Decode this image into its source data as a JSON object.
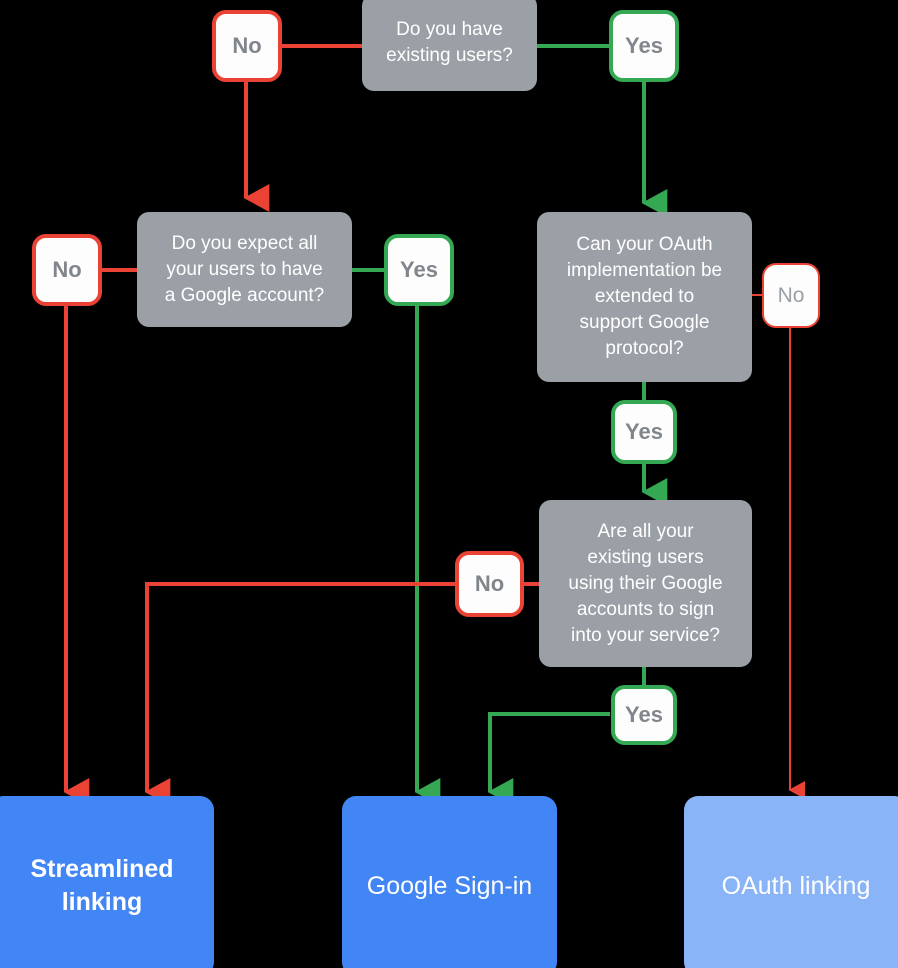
{
  "diagram": {
    "title": "Account linking decision flowchart",
    "background": "#000000",
    "colors": {
      "yes_edge": "#34a853",
      "no_edge": "#ea4335",
      "decision_box": "#9aa0a6",
      "terminal_primary": "#4285f4",
      "terminal_secondary": "#8ab4f8",
      "badge_fill": "#fdfdfd",
      "badge_text": "#80868b",
      "decision_text": "#ffffff"
    }
  },
  "decisions": [
    {
      "id": "existing-users",
      "line1": "Do you have",
      "line2": "existing users?"
    },
    {
      "id": "google-account",
      "line1": "Do you expect all",
      "line2": "your users to have",
      "line3": "a Google account?"
    },
    {
      "id": "oauth-extend",
      "line1": "Can your OAuth",
      "line2": "implementation be",
      "line3": "extended to",
      "line4": "support Google",
      "line5": "protocol?"
    },
    {
      "id": "users-google-signin",
      "line1": "Are all your",
      "line2": "existing users",
      "line3": "using their Google",
      "line4": "accounts to sign",
      "line5": "into your service?"
    }
  ],
  "badges": {
    "no_existing_users": "No",
    "yes_existing_users": "Yes",
    "no_google_account": "No",
    "yes_google_account": "Yes",
    "no_oauth_extend": "No",
    "yes_oauth_extend": "Yes",
    "no_users_google_signin": "No",
    "yes_users_google_signin": "Yes"
  },
  "terminals": [
    {
      "id": "streamlined-linking",
      "line1": "Streamlined",
      "line2": "linking"
    },
    {
      "id": "google-signin",
      "line1": "Google",
      "line2": "Sign-in"
    },
    {
      "id": "oauth-linking",
      "line1": "OAuth",
      "line2": "linking"
    }
  ]
}
